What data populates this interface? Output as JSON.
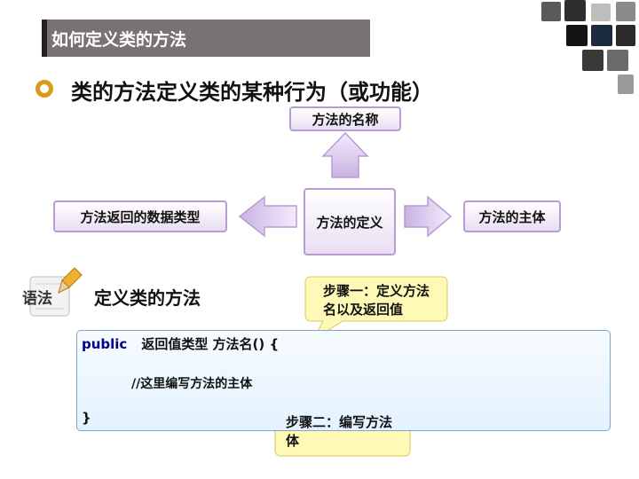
{
  "slide": {
    "title": "如何定义类的方法",
    "heading": "类的方法定义类的某种行为（或功能）",
    "subheading": "定义类的方法",
    "syntax_label": "语法"
  },
  "diagram": {
    "top_box": "方法的名称",
    "left_box": "方法返回的数据类型",
    "center_box": "方法的定义",
    "right_box": "方法的主体"
  },
  "code": {
    "keyword": "public",
    "line1_rest": "返回值类型  方法名()  {",
    "line2": "//这里编写方法的主体",
    "line3": "}"
  },
  "callouts": {
    "step1": "步骤一：定义方法名以及返回值",
    "step2": "步骤二：编写方法体"
  },
  "colors": {
    "title_bar": "#787272",
    "bullet": "#d99a1a",
    "box_border": "#b99bd6",
    "arrow_fill": "#d9c8ee",
    "code_border": "#7fa6c8",
    "callout_fill": "#fff9b8"
  }
}
